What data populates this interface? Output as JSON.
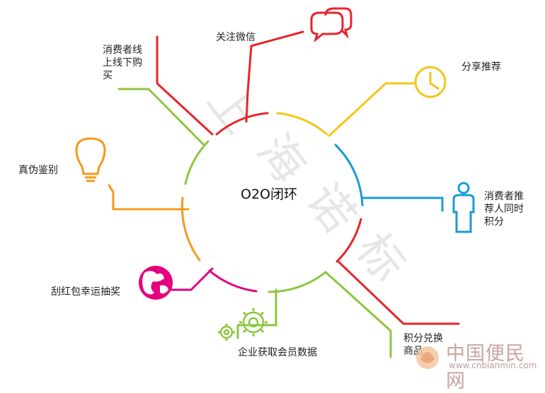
{
  "center_label": "O2O闭环",
  "watermark": [
    "上",
    "海",
    "诺",
    "标"
  ],
  "nodes": [
    {
      "id": "wechat",
      "label": "关注微信",
      "icon": "chat-bubbles-icon",
      "color": "#e8242c"
    },
    {
      "id": "share",
      "label": "分享推荐",
      "icon": "clock-icon",
      "color": "#f5c518"
    },
    {
      "id": "points",
      "label": "消费者推\n荐人同时\n积分",
      "icon": "person-icon",
      "color": "#1b9ad6"
    },
    {
      "id": "redeem",
      "label": "积分兑换\n商品",
      "icon": "",
      "color": "#e8242c"
    },
    {
      "id": "data",
      "label": "企业获取会员数据",
      "icon": "gears-icon",
      "color": "#8dc63f"
    },
    {
      "id": "lottery",
      "label": "刮红包幸运抽奖",
      "icon": "globe-icon",
      "color": "#e5007f"
    },
    {
      "id": "verify",
      "label": "真伪鉴别",
      "icon": "lightbulb-icon",
      "color": "#f39a1e"
    },
    {
      "id": "offline",
      "label": "消费者线\n上线下购\n买",
      "icon": "",
      "color": "#8dc63f"
    }
  ],
  "logo": {
    "main": "中国便民网",
    "url": "www.cnbianmin.com"
  }
}
